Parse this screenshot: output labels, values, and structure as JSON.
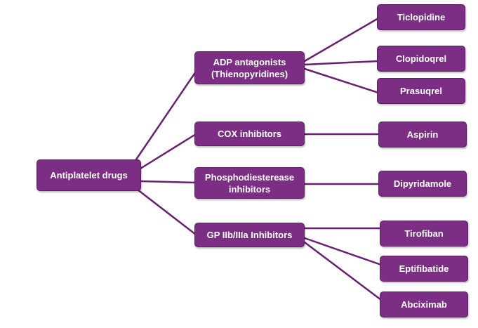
{
  "diagram": {
    "root": {
      "label": "Antiplatelet drugs"
    },
    "classes": [
      {
        "label_lines": [
          "ADP antagonists",
          "(Thienopyridines)"
        ],
        "drugs": [
          "Ticlopidine",
          "Clopidoqrel",
          "Prasuqrel"
        ]
      },
      {
        "label_lines": [
          "COX inhibitors"
        ],
        "drugs": [
          "Aspirin"
        ]
      },
      {
        "label_lines": [
          "Phosphodiesterease",
          "inhibitors"
        ],
        "drugs": [
          "Dipyridamole"
        ]
      },
      {
        "label_lines": [
          "GP IIb/IIIa Inhibitors"
        ],
        "drugs": [
          "Tirofiban",
          "Eptifibatide",
          "Abciximab"
        ]
      }
    ]
  },
  "colors": {
    "node_fill": "#7b2e83",
    "node_border": "#5f1e66",
    "node_text": "#ffffff",
    "connector": "#6a1f72"
  }
}
